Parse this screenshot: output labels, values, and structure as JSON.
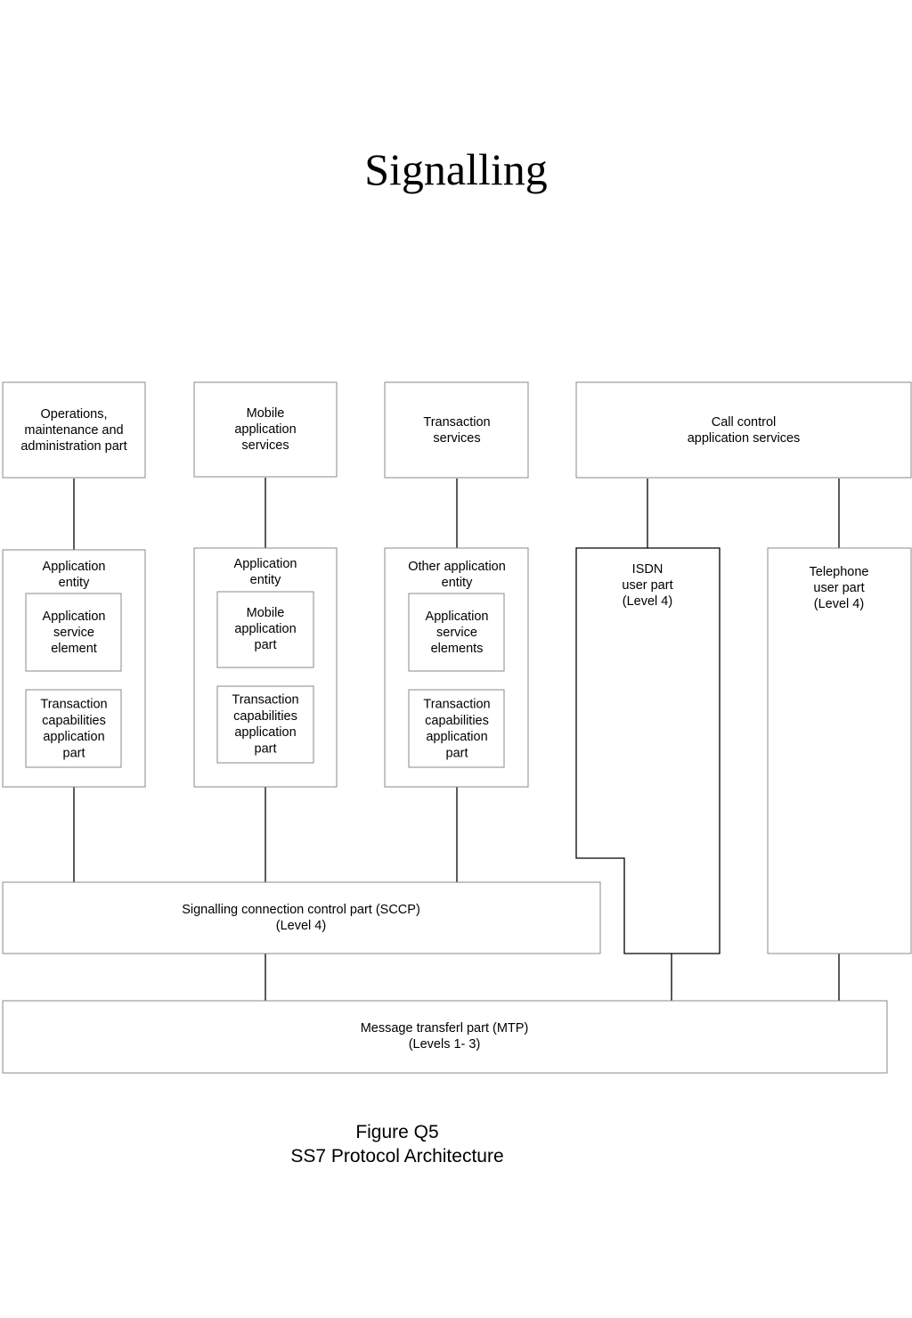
{
  "title": "Signalling",
  "boxes": {
    "oam_part": [
      "Operations,",
      "maintenance and",
      "administration part"
    ],
    "mobile_app_services": [
      "Mobile",
      "application",
      "services"
    ],
    "transaction_services": [
      "Transaction",
      "services"
    ],
    "call_control_services": [
      "Call control",
      "application services"
    ],
    "app_entity_1": [
      "Application",
      "entity"
    ],
    "app_service_element": [
      "Application",
      "service",
      "element"
    ],
    "tcap_1": [
      "Transaction",
      "capabilities",
      "application",
      "part"
    ],
    "app_entity_2": [
      "Application",
      "entity"
    ],
    "mobile_app_part": [
      "Mobile",
      "application",
      "part"
    ],
    "tcap_2": [
      "Transaction",
      "capabilities",
      "application",
      "part"
    ],
    "other_app_entity": [
      "Other application",
      "entity"
    ],
    "app_service_elements": [
      "Application",
      "service",
      "elements"
    ],
    "tcap_3": [
      "Transaction",
      "capabilities",
      "application",
      "part"
    ],
    "isdn_user_part": [
      "ISDN",
      "user part",
      "(Level 4)"
    ],
    "telephone_user_part": [
      "Telephone",
      "user part",
      "(Level 4)"
    ],
    "sccp": [
      "Signalling connection control part  (SCCP)",
      "(Level 4)"
    ],
    "mtp": [
      "Message transferl part  (MTP)",
      "(Levels 1- 3)"
    ]
  },
  "caption": {
    "line1": "Figure Q5",
    "line2": "SS7 Protocol Architecture"
  }
}
